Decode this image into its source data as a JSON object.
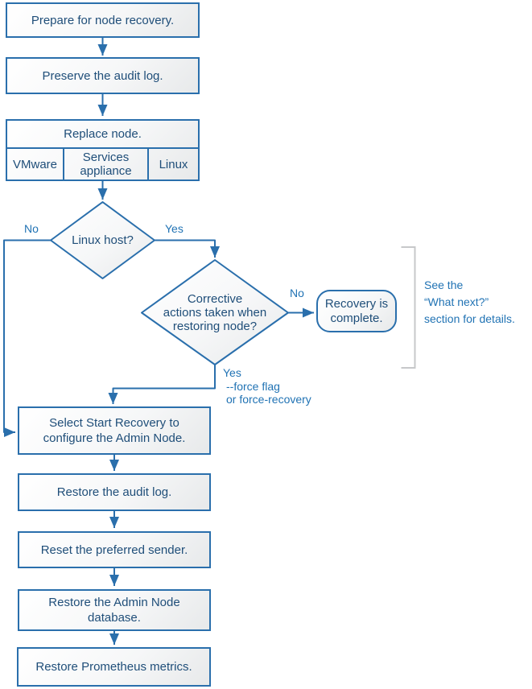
{
  "colors": {
    "line": "#2a6fac",
    "text": "#1f4e79",
    "label": "#2173b4",
    "bracket": "#c7c8ca"
  },
  "nodes": {
    "prepare": {
      "lines": [
        "Prepare for node recovery."
      ]
    },
    "preserve": {
      "lines": [
        "Preserve the audit log."
      ]
    },
    "replace": {
      "header": "Replace node.",
      "options": [
        "VMware",
        "Services appliance",
        "Linux"
      ]
    },
    "linux_host": {
      "lines": [
        "Linux host?"
      ]
    },
    "corrective": {
      "lines": [
        "Corrective",
        "actions taken when",
        "restoring node?"
      ]
    },
    "recovery_complete": {
      "lines": [
        "Recovery is",
        "complete."
      ]
    },
    "select_start": {
      "lines": [
        "Select Start Recovery to",
        "configure the Admin Node."
      ]
    },
    "restore_audit": {
      "lines": [
        "Restore the audit log."
      ]
    },
    "reset_sender": {
      "lines": [
        "Reset the preferred sender."
      ]
    },
    "restore_db": {
      "lines": [
        "Restore the Admin Node",
        "database."
      ]
    },
    "restore_prometheus": {
      "lines": [
        "Restore Prometheus metrics."
      ]
    }
  },
  "edges": {
    "linux_no": "No",
    "linux_yes": "Yes",
    "corrective_no": "No",
    "corrective_yes": "Yes",
    "force_note": {
      "lines": [
        "--force flag",
        "or force-recovery"
      ]
    }
  },
  "annotation": {
    "lines": [
      "See the",
      "“What next?”",
      "section for details."
    ]
  }
}
